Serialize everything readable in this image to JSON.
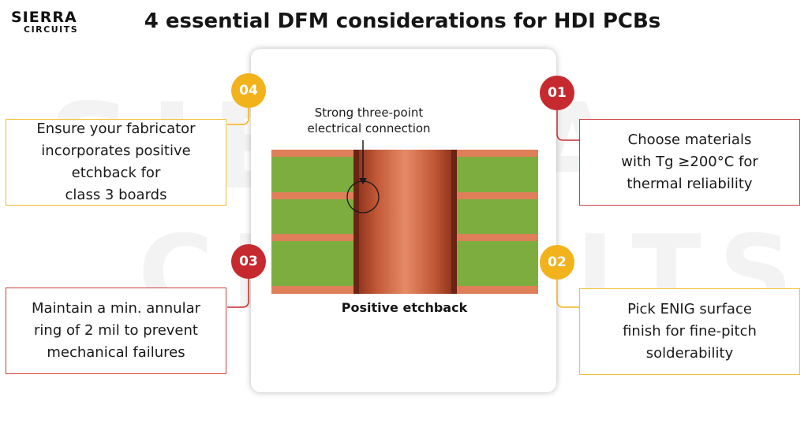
{
  "brand": {
    "name_top": "SIERRA",
    "name_bottom": "CIRCUITS"
  },
  "watermark": {
    "line1": "SIERRA",
    "line2": "CIRCUITS"
  },
  "title": "4 essential DFM considerations for HDI PCBs",
  "diagram": {
    "callout_line1": "Strong three-point",
    "callout_line2": "electrical connection",
    "caption": "Positive etchback"
  },
  "considerations": [
    {
      "number": "01",
      "color": "#c62a2e",
      "lines": [
        "Choose materials",
        "with Tg ≥200°C for",
        "thermal reliability"
      ]
    },
    {
      "number": "02",
      "color": "#f2b21c",
      "lines": [
        "Pick ENIG surface",
        "finish for fine-pitch",
        "solderability"
      ]
    },
    {
      "number": "03",
      "color": "#c62a2e",
      "lines": [
        "Maintain a min. annular",
        "ring of 2 mil to prevent",
        "mechanical failures"
      ]
    },
    {
      "number": "04",
      "color": "#f2b21c",
      "lines": [
        "Ensure your fabricator",
        "incorporates positive",
        "etchback for",
        "class 3 boards"
      ]
    }
  ],
  "colors": {
    "red": "#c62a2e",
    "yellow": "#f2b21c",
    "laminate": "#7cad3e",
    "copper": "#df7f5a"
  }
}
